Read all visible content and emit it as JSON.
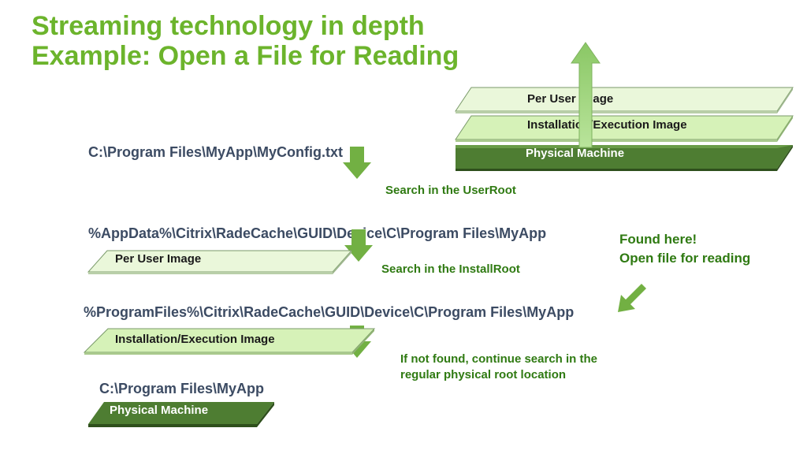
{
  "title": {
    "line1": "Streaming technology in depth",
    "line2": "Example: Open a File for Reading"
  },
  "paths": {
    "config_file": "C:\\Program Files\\MyApp\\MyConfig.txt",
    "user_root": "%AppData%\\Citrix\\RadeCache\\GUID\\Device\\C\\Program Files\\MyApp",
    "install_root": "%ProgramFiles%\\Citrix\\RadeCache\\GUID\\Device\\C\\Program Files\\MyApp",
    "physical_root": "C:\\Program Files\\MyApp"
  },
  "notes": {
    "search_userroot": "Search in the UserRoot",
    "search_installroot": "Search in the InstallRoot",
    "fallback": "If not found, continue search in the regular physical root location",
    "found_line1": "Found here!",
    "found_line2": "Open file for reading"
  },
  "layers": {
    "per_user": "Per User Image",
    "installation": "Installation/Execution Image",
    "physical": "Physical Machine"
  },
  "colors": {
    "title": "#6cb42c",
    "path_text": "#3c4b63",
    "note_text": "#2f7a12",
    "light_layer": "#eaf7da",
    "mid_layer": "#d6f2b8",
    "dark_layer": "#4e7d32",
    "arrow": "#72b043"
  }
}
